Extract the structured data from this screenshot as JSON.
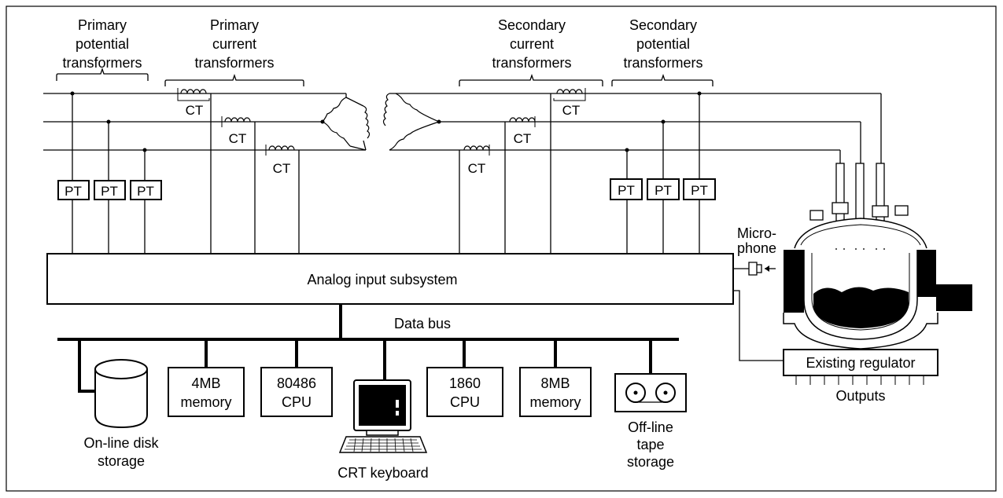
{
  "groups": {
    "primary_potential": [
      "Primary",
      "potential",
      "transformers"
    ],
    "primary_current": [
      "Primary",
      "current",
      "transformers"
    ],
    "secondary_current": [
      "Secondary",
      "current",
      "transformers"
    ],
    "secondary_potential": [
      "Secondary",
      "potential",
      "transformers"
    ]
  },
  "ct_label": "CT",
  "pt_label": "PT",
  "analog_input": "Analog input subsystem",
  "data_bus": "Data bus",
  "microphone": [
    "Micro-",
    "phone"
  ],
  "regulator": "Existing regulator",
  "outputs": "Outputs",
  "devices": {
    "disk": [
      "On-line disk",
      "storage"
    ],
    "mem4": [
      "4MB",
      "memory"
    ],
    "cpu80486": [
      "80486",
      "CPU"
    ],
    "crt": "CRT keyboard",
    "cpu1860": [
      "1860",
      "CPU"
    ],
    "mem8": [
      "8MB",
      "memory"
    ],
    "tape": [
      "Off-line",
      "tape",
      "storage"
    ]
  }
}
